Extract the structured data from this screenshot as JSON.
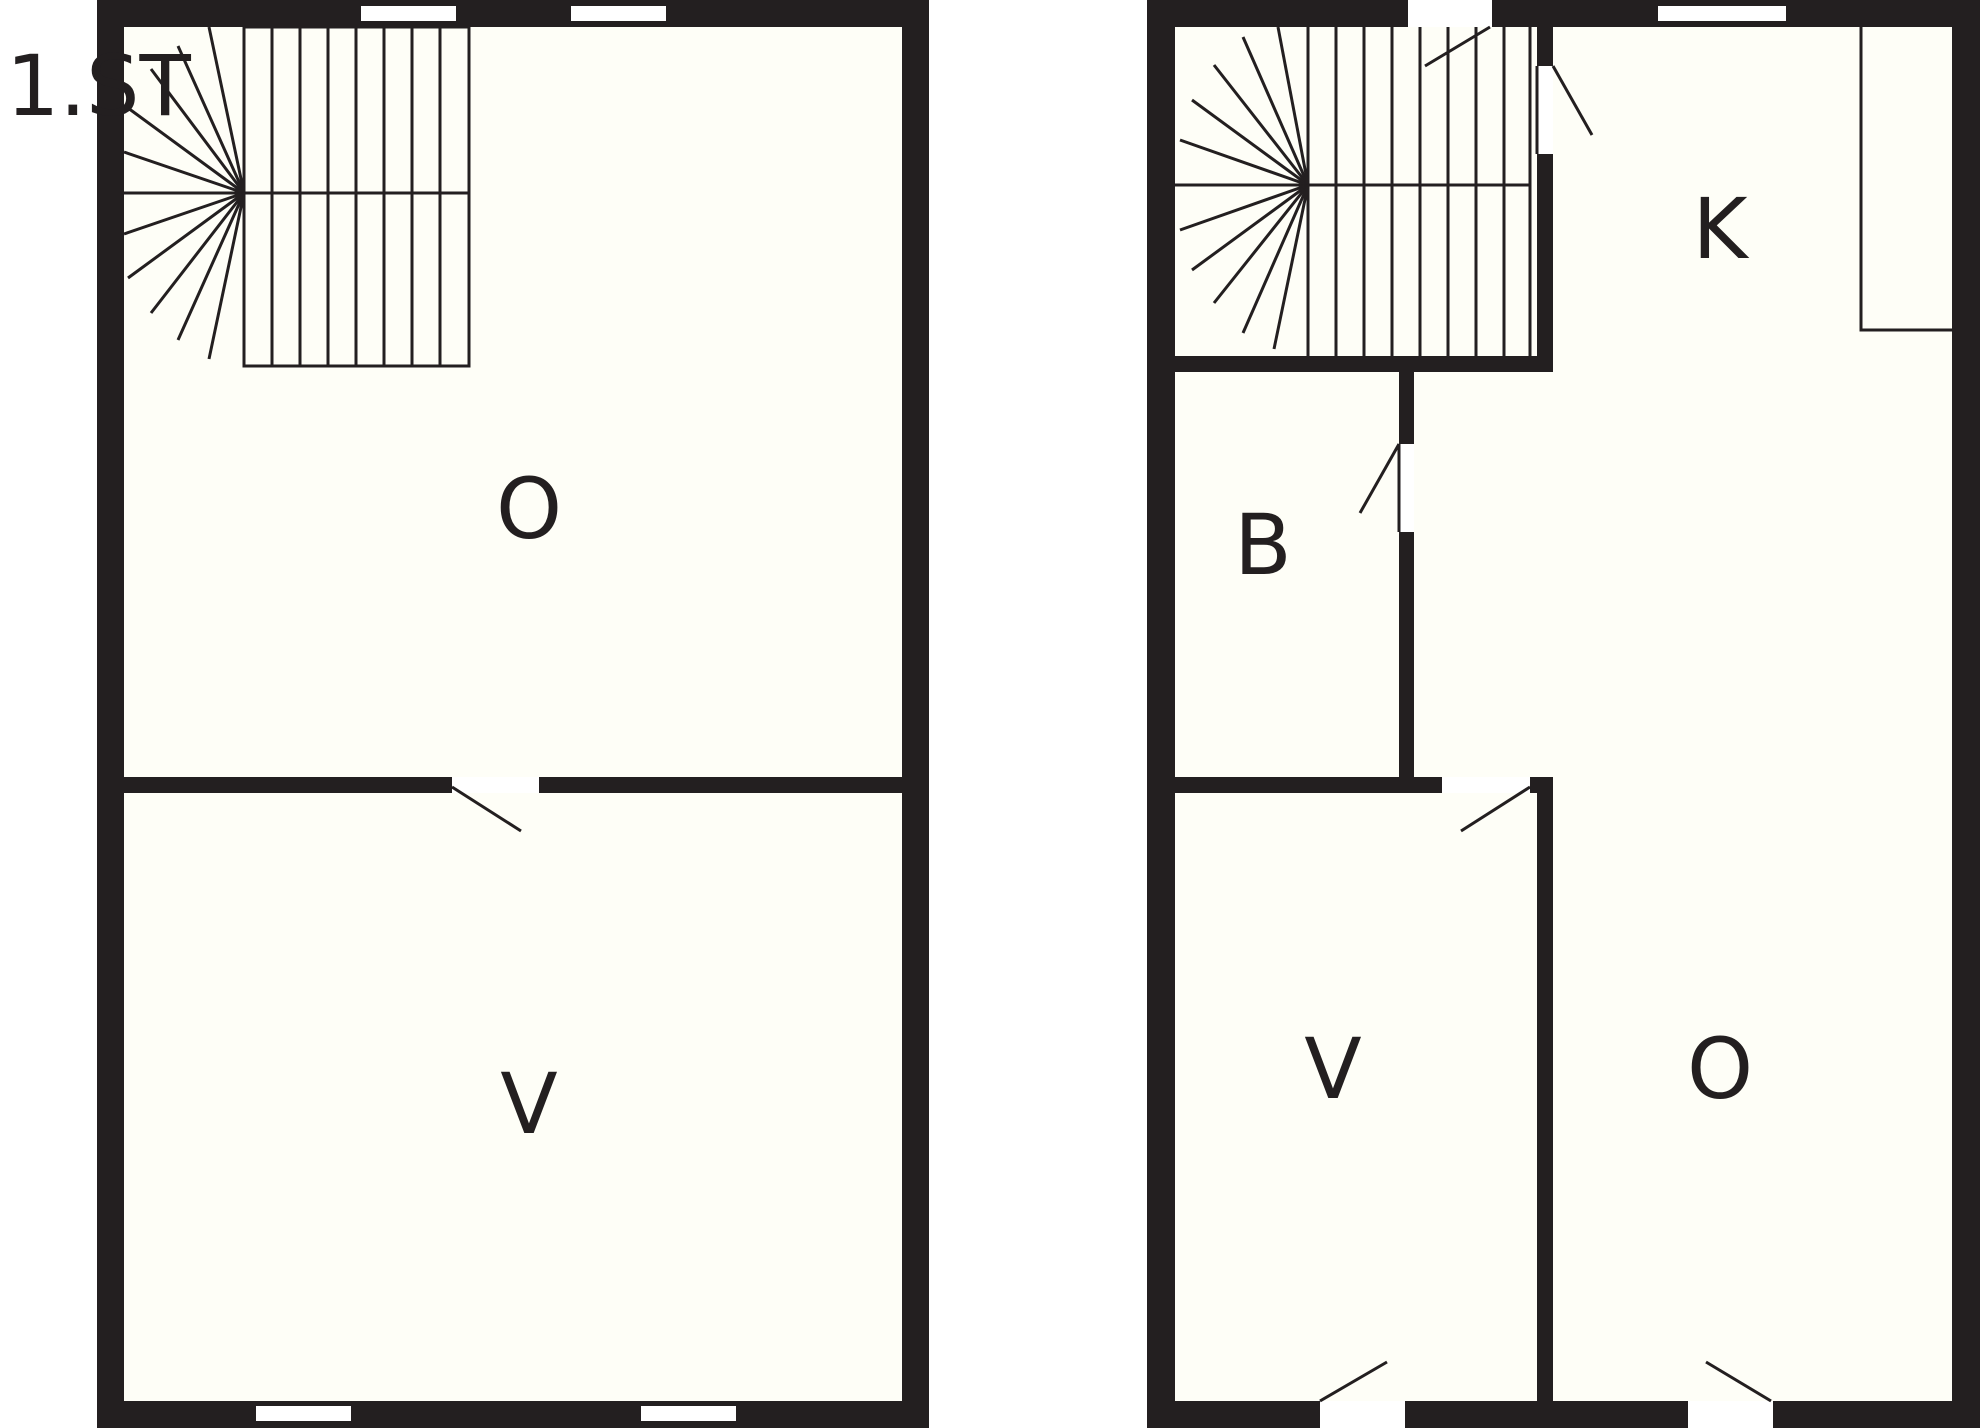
{
  "floor_label": "1.ST",
  "colors": {
    "wall": "#231f20",
    "floor": "#fefef7",
    "opening": "#ffffff",
    "background": "#ffffff"
  },
  "left_plan": {
    "rooms": {
      "upper": "O",
      "lower": "V"
    }
  },
  "right_plan": {
    "rooms": {
      "kitchen": "K",
      "bath": "B",
      "lower_left": "V",
      "lower_right": "O"
    }
  }
}
